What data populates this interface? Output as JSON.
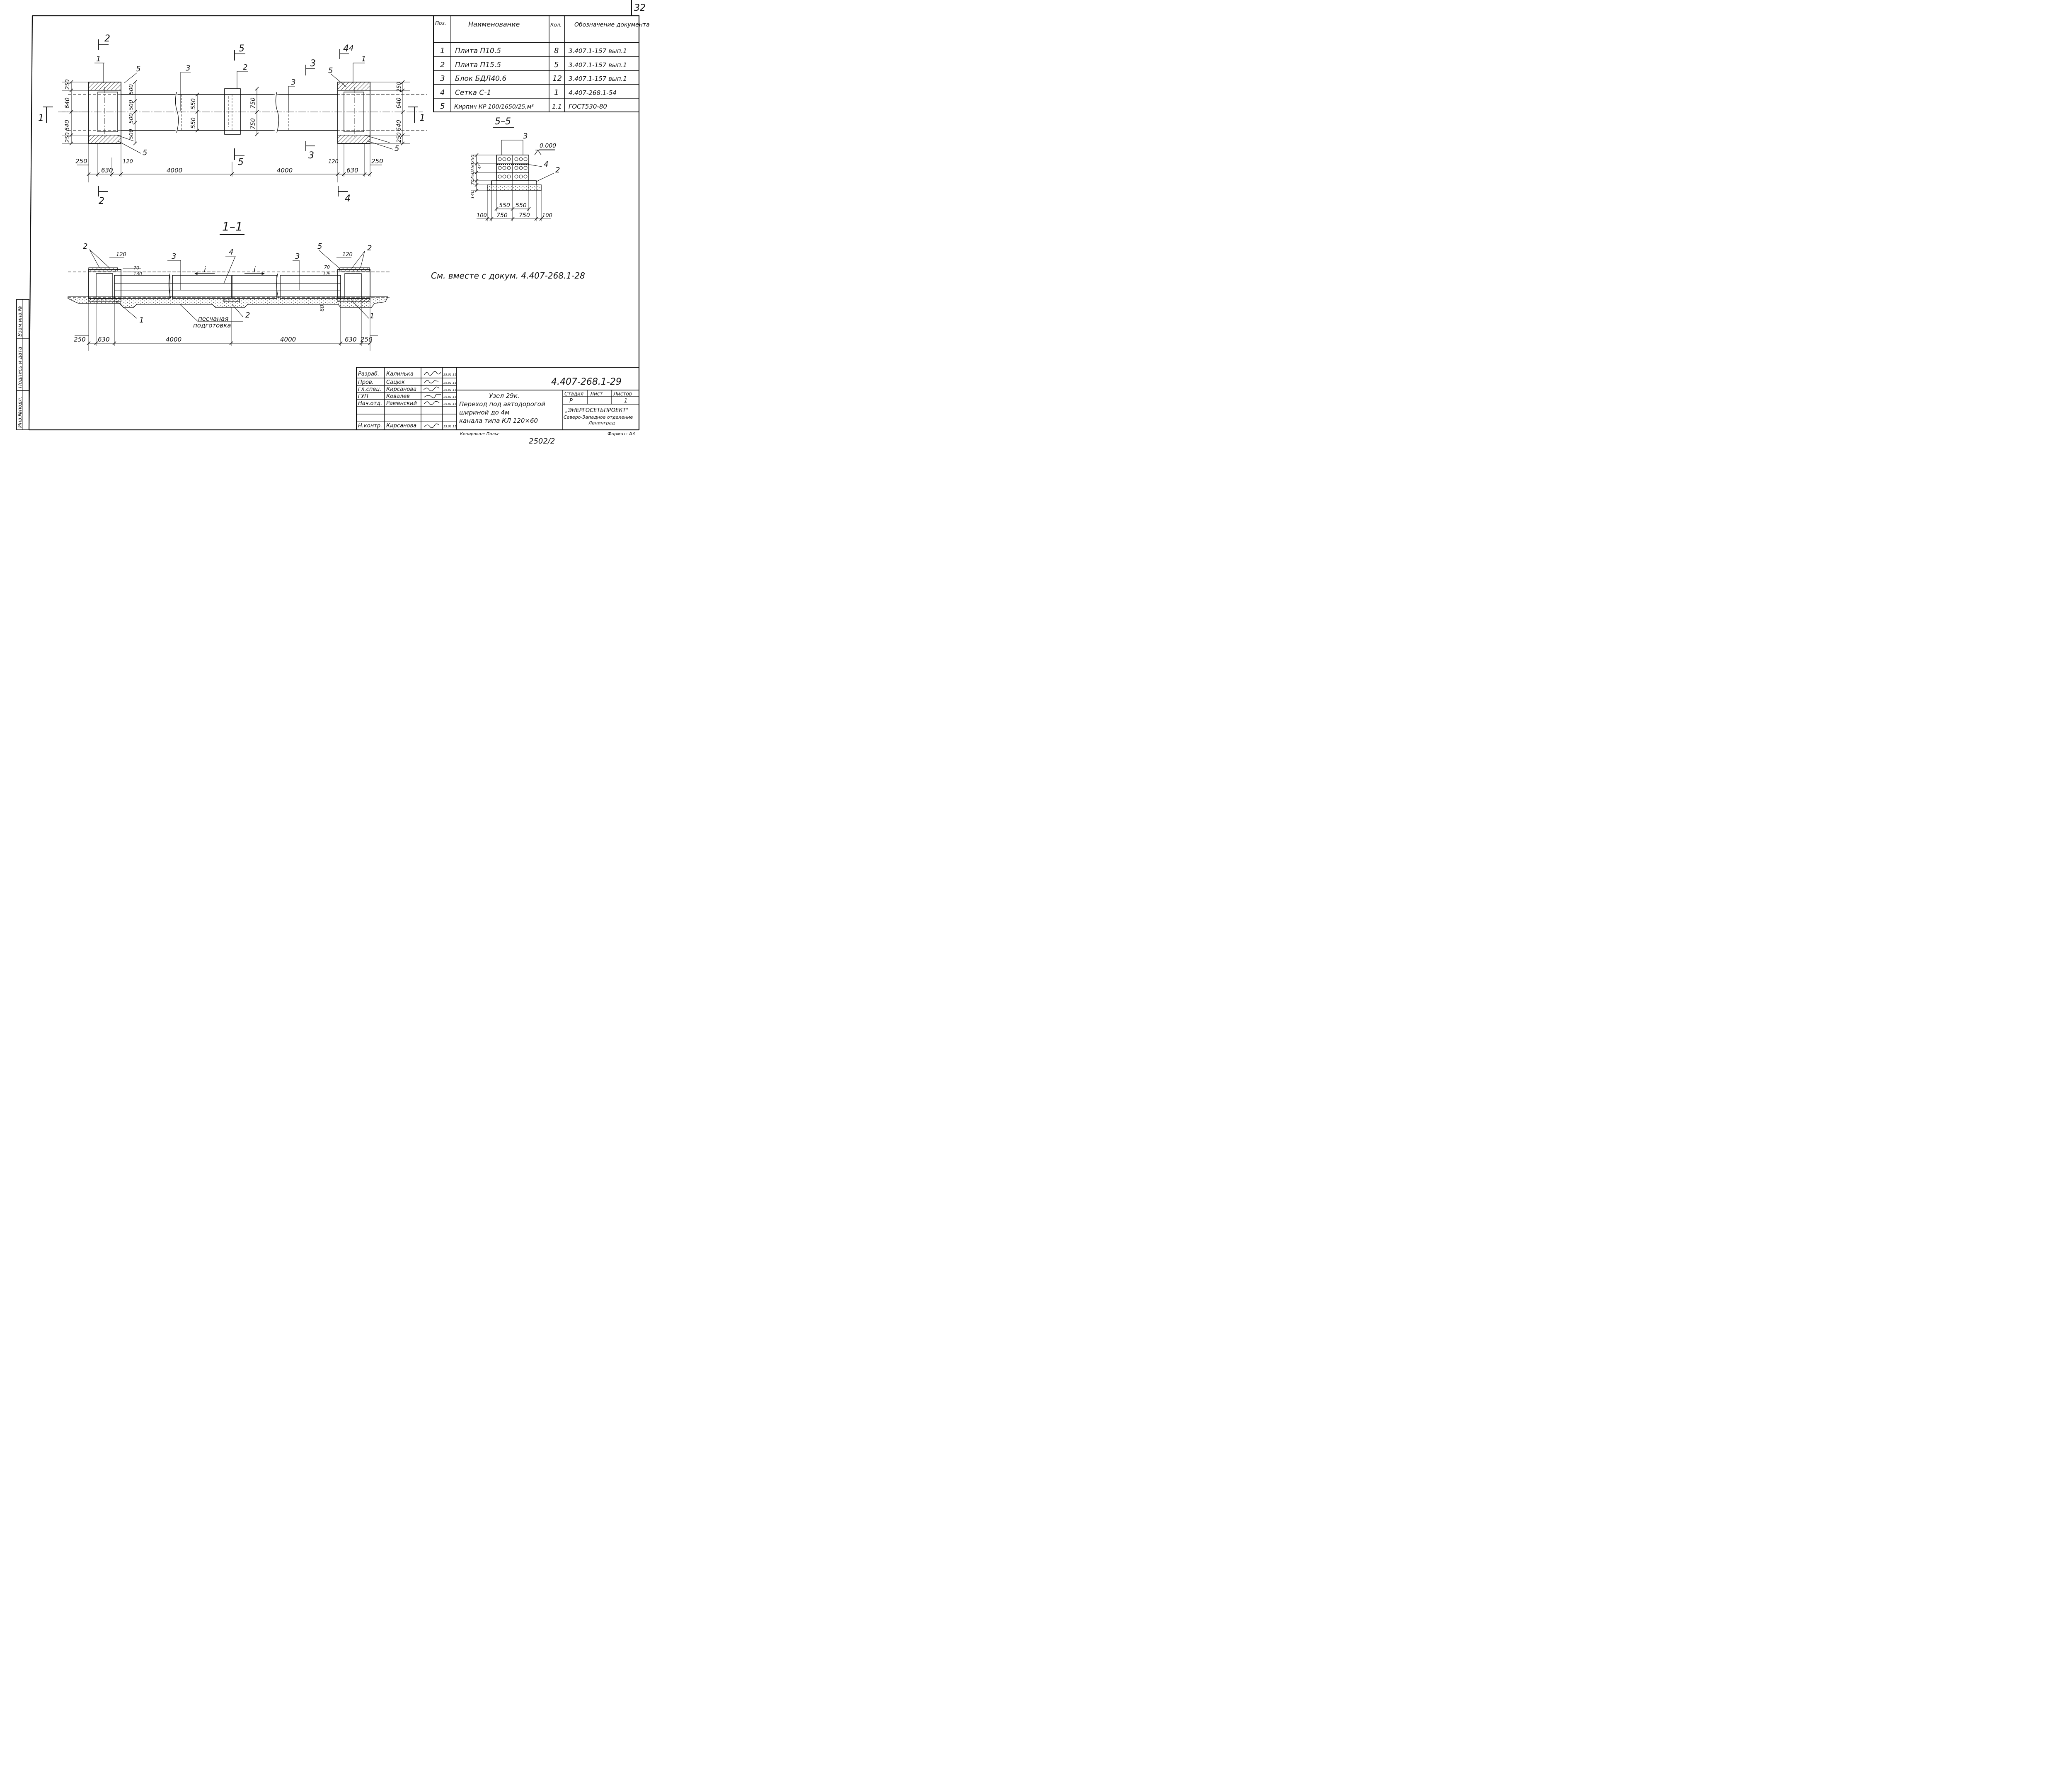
{
  "sheet_number": "32",
  "spec_table": {
    "headers": {
      "pos": "Поз.",
      "name": "Наименование",
      "qty": "Кол.",
      "doc": "Обозначение документа"
    },
    "rows": [
      {
        "pos": "1",
        "name": "Плита П10.5",
        "qty": "8",
        "doc": "3.407.1-157 вып.1"
      },
      {
        "pos": "2",
        "name": "Плита П15.5",
        "qty": "5",
        "doc": "3.407.1-157 вып.1"
      },
      {
        "pos": "3",
        "name": "Блок БДЛ40.6",
        "qty": "12",
        "doc": "3.407.1-157 вып.1"
      },
      {
        "pos": "4",
        "name": "Сетка С-1",
        "qty": "1",
        "doc": "4.407-268.1-54"
      },
      {
        "pos": "5",
        "name": "Кирпич КР 100/1650/25,м³",
        "qty": "1.1",
        "doc": "ГОСТ530-80"
      }
    ]
  },
  "plan_view": {
    "section_marks": [
      "2",
      "5",
      "3",
      "4",
      "1"
    ],
    "callouts": [
      "1",
      "5",
      "3",
      "2",
      "3",
      "5",
      "4",
      "1",
      "5",
      "5"
    ],
    "dims_horizontal": [
      "250",
      "630",
      "120",
      "4000",
      "4000",
      "120",
      "630",
      "250"
    ],
    "dims_left_vertical": [
      "250",
      "640",
      "640",
      "250"
    ],
    "dims_left_inner": [
      "500",
      "500",
      "500",
      "500"
    ],
    "dims_middle": [
      "550",
      "550",
      "750",
      "750"
    ],
    "dims_right_vertical": [
      "250",
      "640",
      "640",
      "250"
    ]
  },
  "section_1_1": {
    "title": "1–1",
    "callouts": [
      "2",
      "3",
      "4",
      "3",
      "5",
      "2",
      "1",
      "2",
      "1"
    ],
    "slope_marks": [
      "i",
      "i"
    ],
    "dims_top": [
      "120",
      "70",
      "130",
      "120",
      "70",
      "130"
    ],
    "dim_60": "60",
    "sand_label_line1": "песчаная",
    "sand_label_line2": "подготовка",
    "dims_bottom": [
      "250",
      "630",
      "4000",
      "4000",
      "630",
      "250"
    ]
  },
  "section_5_5": {
    "title": "5–5",
    "callouts": [
      "3",
      "4",
      "2"
    ],
    "level": "0.000",
    "dims_vertical": [
      "250",
      "250",
      "250",
      "70",
      "140"
    ],
    "dims_vertical_small": "47",
    "dims_inner": [
      "550",
      "550"
    ],
    "dims_bottom": [
      "100",
      "750",
      "750",
      "100"
    ]
  },
  "note": "См. вместе с докум. 4.407-268.1-28",
  "side_stamp": {
    "c1": "Взам.инв.№",
    "c2": "Подпись и дата",
    "c3": "Инв.№подл."
  },
  "title_block": {
    "people": [
      {
        "role": "Разраб.",
        "name": "Калинька",
        "date": "25.01.11"
      },
      {
        "role": "Пров.",
        "name": "Сацюк",
        "date": "25.01.11"
      },
      {
        "role": "Гл.спец.",
        "name": "Кирсанова",
        "date": "25.01.11"
      },
      {
        "role": "ГУП",
        "name": "Ковалев",
        "date": "25.01.11"
      },
      {
        "role": "Нач.отд.",
        "name": "Раменский",
        "date": "25.01.11"
      },
      {
        "role": "Н.контр.",
        "name": "Кирсанова",
        "date": "25.01.11"
      }
    ],
    "doc_code": "4.407-268.1-29",
    "title_line1": "Узел 29к.",
    "title_line2": "Переход под автодорогой",
    "title_line3": "шириной до 4м",
    "title_line4": "канала типа КЛ 120×60",
    "stage_header": "Стадия",
    "sheet_header": "Лист",
    "sheets_header": "Листов",
    "stage": "Р",
    "sheets": "1",
    "org_name": "„ЭНЕРГОСЕТЬПРОЕКТ\"",
    "org_dept": "Северо-Западное отделение",
    "org_city": "Ленинград",
    "copied_by": "Копировал: Пальс",
    "format": "Формат: А3"
  },
  "archive_number": "2502/2"
}
